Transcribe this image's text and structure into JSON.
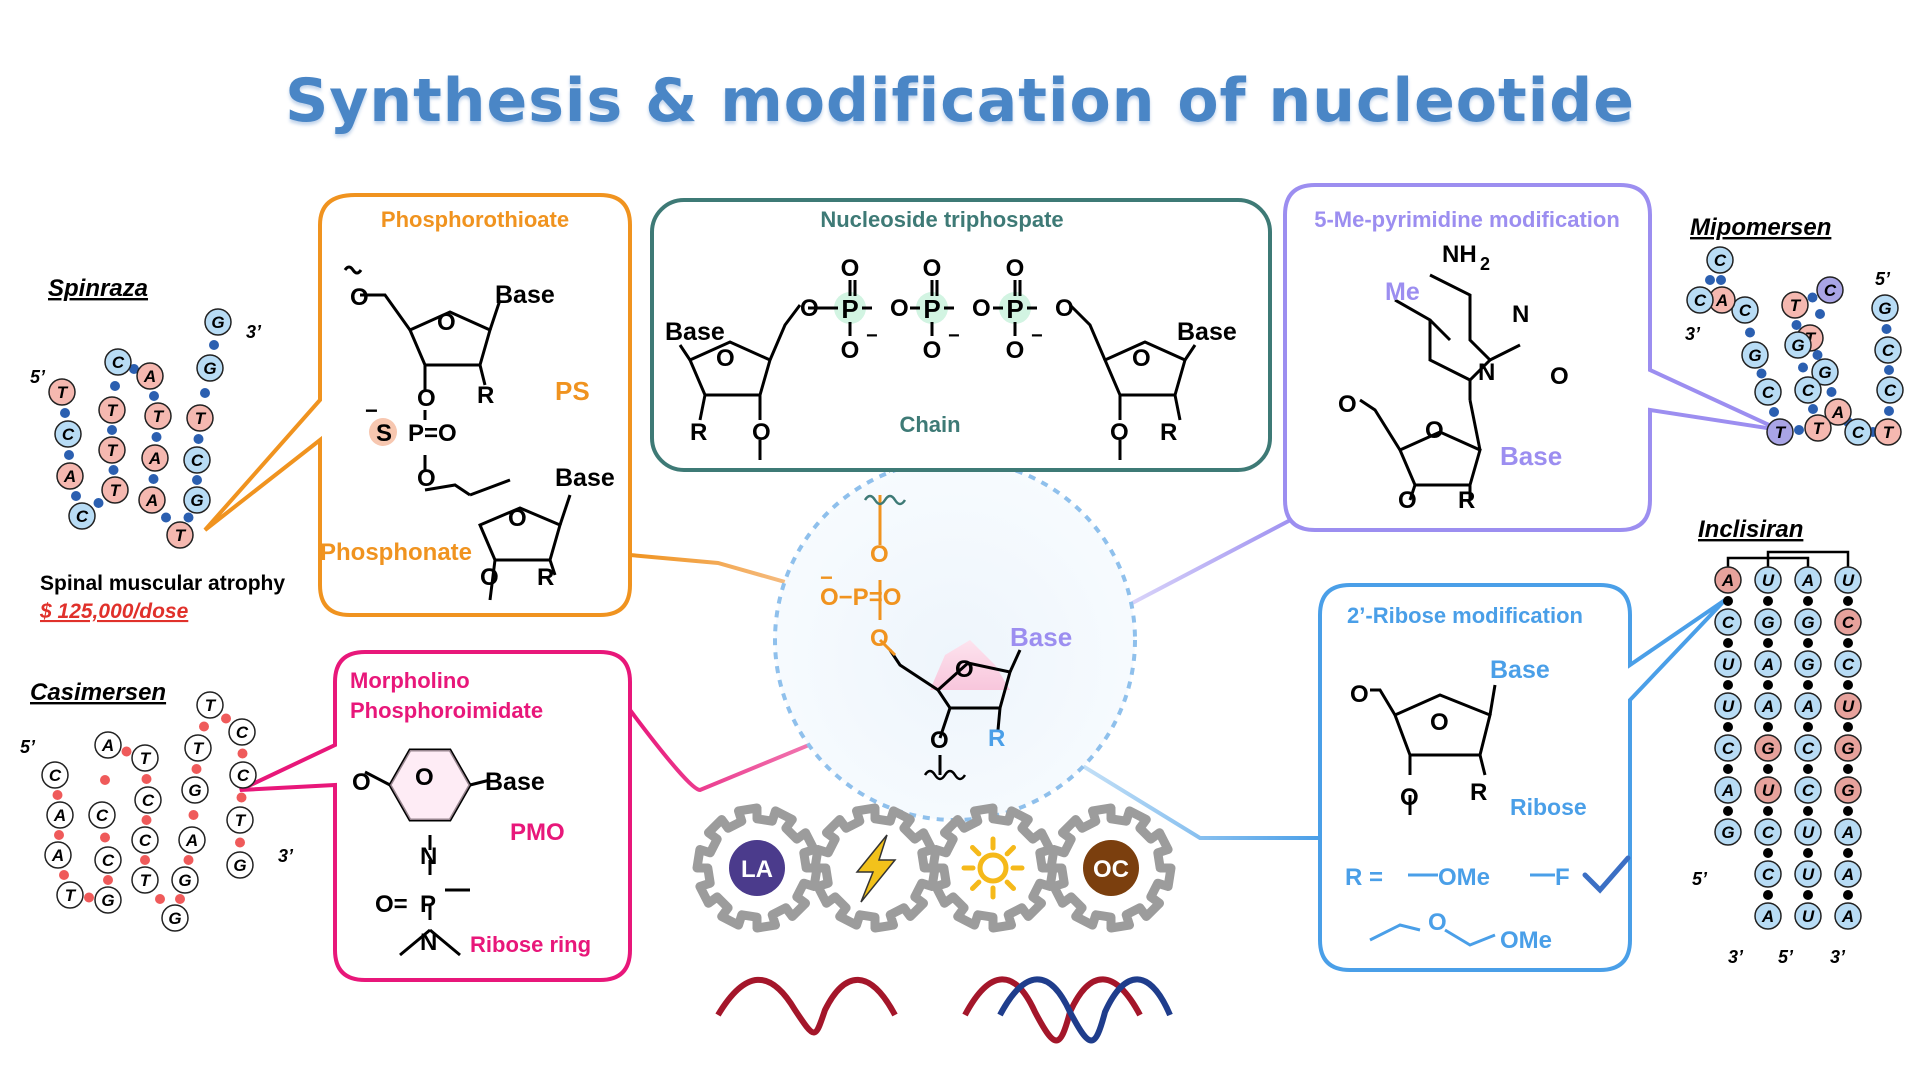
{
  "title": "Synthesis & modification of nucleotide",
  "colors": {
    "orange": "#f0931f",
    "teal": "#3e7a76",
    "lavender": "#9c8ef0",
    "blue": "#4a9fe8",
    "magenta": "#e8177a",
    "red_text": "#e0312b",
    "circle_pink": "#f5b8b0",
    "circle_blue": "#b8dcf5",
    "circle_purple": "#a9a5e6",
    "link_dot": "#2b5fb0"
  },
  "drugs": {
    "spinraza": {
      "name": "Spinraza",
      "disease": "Spinal muscular atrophy",
      "price": "$ 125,000/dose",
      "end5": "5’",
      "end3": "3’",
      "seq": [
        "T",
        "C",
        "A",
        "C",
        "T",
        "T",
        "T",
        "C",
        "A",
        "T",
        "A",
        "A",
        "T",
        "G",
        "C",
        "T",
        "G",
        "G"
      ]
    },
    "casimersen": {
      "name": "Casimersen",
      "end5": "5’",
      "end3": "3’",
      "seq": [
        "C",
        "A",
        "A",
        "T",
        "G",
        "C",
        "C",
        "A",
        "T",
        "C",
        "C",
        "T",
        "G",
        "G",
        "A",
        "G",
        "T",
        "T",
        "C",
        "C",
        "T",
        "G"
      ]
    },
    "mipomersen": {
      "name": "Mipomersen",
      "end5": "5’",
      "end3": "3’",
      "seq": [
        "G",
        "C",
        "C",
        "T",
        "C",
        "A",
        "G",
        "T",
        "C",
        "T",
        "G",
        "C",
        "T",
        "T",
        "C",
        "G",
        "C",
        "A",
        "C",
        "C"
      ]
    },
    "inclisiran": {
      "name": "Inclisiran",
      "end5": "5’",
      "end3a": "3’",
      "end5b": "5’",
      "end3b": "3’",
      "col1": [
        "A",
        "C",
        "U",
        "U",
        "C",
        "A",
        "G"
      ],
      "col2": [
        "U",
        "G",
        "A",
        "A",
        "G",
        "U",
        "C",
        "C",
        "A"
      ],
      "col3": [
        "A",
        "G",
        "G",
        "A",
        "C",
        "C",
        "U",
        "U",
        "U"
      ],
      "col4": [
        "U",
        "C",
        "C",
        "U",
        "G",
        "G",
        "A",
        "A",
        "A"
      ]
    }
  },
  "panels": {
    "ps": {
      "title": "Phosphorothioate",
      "base": "Base",
      "base2": "Base",
      "r": "R",
      "r2": "R",
      "o": "O",
      "ps_label": "PS",
      "phosphonate": "Phosphonate",
      "s_group": "S",
      "p_eq_o": "P=O",
      "charge": "−"
    },
    "ntp": {
      "title": "Nucleoside triphospate",
      "base1": "Base",
      "base2": "Base",
      "r1": "R",
      "r2": "R",
      "chain": "Chain",
      "p": "P",
      "o": "O",
      "charge": "−"
    },
    "me": {
      "title": "5-Me-pyrimidine modification",
      "nh2": "NH",
      "nh2_sub": "2",
      "me": "Me",
      "n": "N",
      "o": "O",
      "base": "Base",
      "r": "R"
    },
    "pmo": {
      "title1": "Morpholino",
      "title2": "Phosphoroimidate",
      "base": "Base",
      "pmo": "PMO",
      "n": "N",
      "o": "O",
      "p": "P",
      "oeq": "O=",
      "ribose_ring": "Ribose ring"
    },
    "ribose": {
      "title": "2’-Ribose modification",
      "base": "Base",
      "ribose": "Ribose",
      "r": "R",
      "r_eq": "R =",
      "ome": "OMe",
      "f": "F",
      "ome2": "OMe",
      "o": "O"
    },
    "center": {
      "base": "Base",
      "r": "R",
      "o": "O",
      "p_group": "O−P=O",
      "charge": "−"
    }
  },
  "gears": [
    {
      "label": "LA",
      "icon": "text-badge",
      "color": "#4b3b8c"
    },
    {
      "label": "",
      "icon": "lightning-icon",
      "color": "#f2c21b"
    },
    {
      "label": "",
      "icon": "sun-icon",
      "color": "#f5b91a"
    },
    {
      "label": "OC",
      "icon": "text-badge",
      "color": "#7b3f0e"
    }
  ]
}
